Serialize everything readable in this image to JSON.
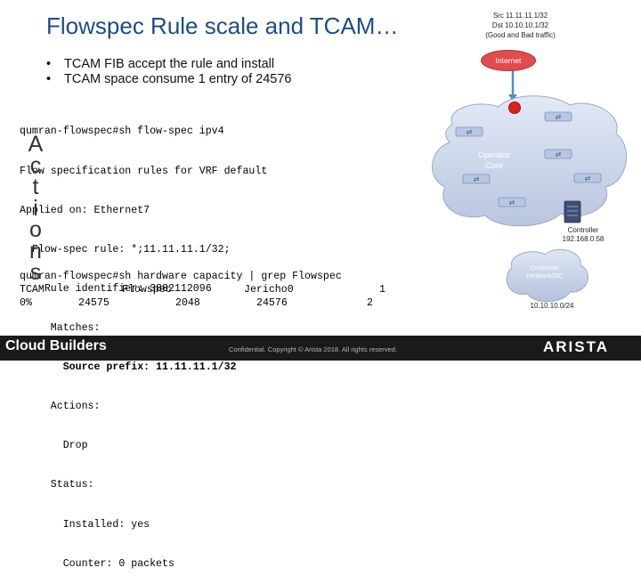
{
  "slide": {
    "title": "Flowspec Rule scale and TCAM…",
    "bullets": [
      "TCAM FIB accept the rule and install",
      "TCAM space consume 1 entry of 24576"
    ]
  },
  "terminal": {
    "lines": [
      "qumran-flowspec#sh flow-spec ipv4",
      "Flow specification rules for VRF default",
      "Applied on: Ethernet7",
      "  Flow-spec rule: *;11.11.11.1/32;",
      "    Rule identifier: 3882112096",
      "     Matches:",
      "       Source prefix: 11.11.11.1/32",
      "     Actions:",
      "       Drop",
      "     Status:",
      "       Installed: yes",
      "       Counter: 0 packets"
    ],
    "hw_command": "qumran-flowspec#sh hardware capacity | grep Flowspec",
    "hw_row1": [
      "TCAM",
      "Flowspec",
      "Jericho0",
      "1"
    ],
    "hw_row2": [
      "0%",
      "24575",
      "2048",
      "24576",
      "2"
    ]
  },
  "overlay_word": [
    "A",
    "c",
    "t",
    "i",
    "o",
    "n",
    "s"
  ],
  "diagram": {
    "traffic_label": [
      "Src 11.11.11.1/32",
      "Dst 10.10.10.1/32",
      "(Good and Bad traffic)"
    ],
    "internet": "Internet",
    "operator_core": [
      "Operator",
      "Core"
    ],
    "controller": [
      "Controller",
      "192.168.0.58"
    ],
    "customer": [
      "Customer",
      "Network/DC"
    ],
    "customer_prefix": "10.10.10.0/24"
  },
  "footer": {
    "brand": "Cloud Builders",
    "confidential": "Confidential. Copyright © Arista 2018. All rights reserved.",
    "logo": "ARISTA"
  },
  "colors": {
    "title": "#1b4d8c",
    "cloud": "#cdd7ea",
    "router": "#b7c6e2",
    "block_icon": "#e0201b",
    "flow_arrow": "#4e8fd0",
    "internet_oval": "#e04b4b"
  }
}
